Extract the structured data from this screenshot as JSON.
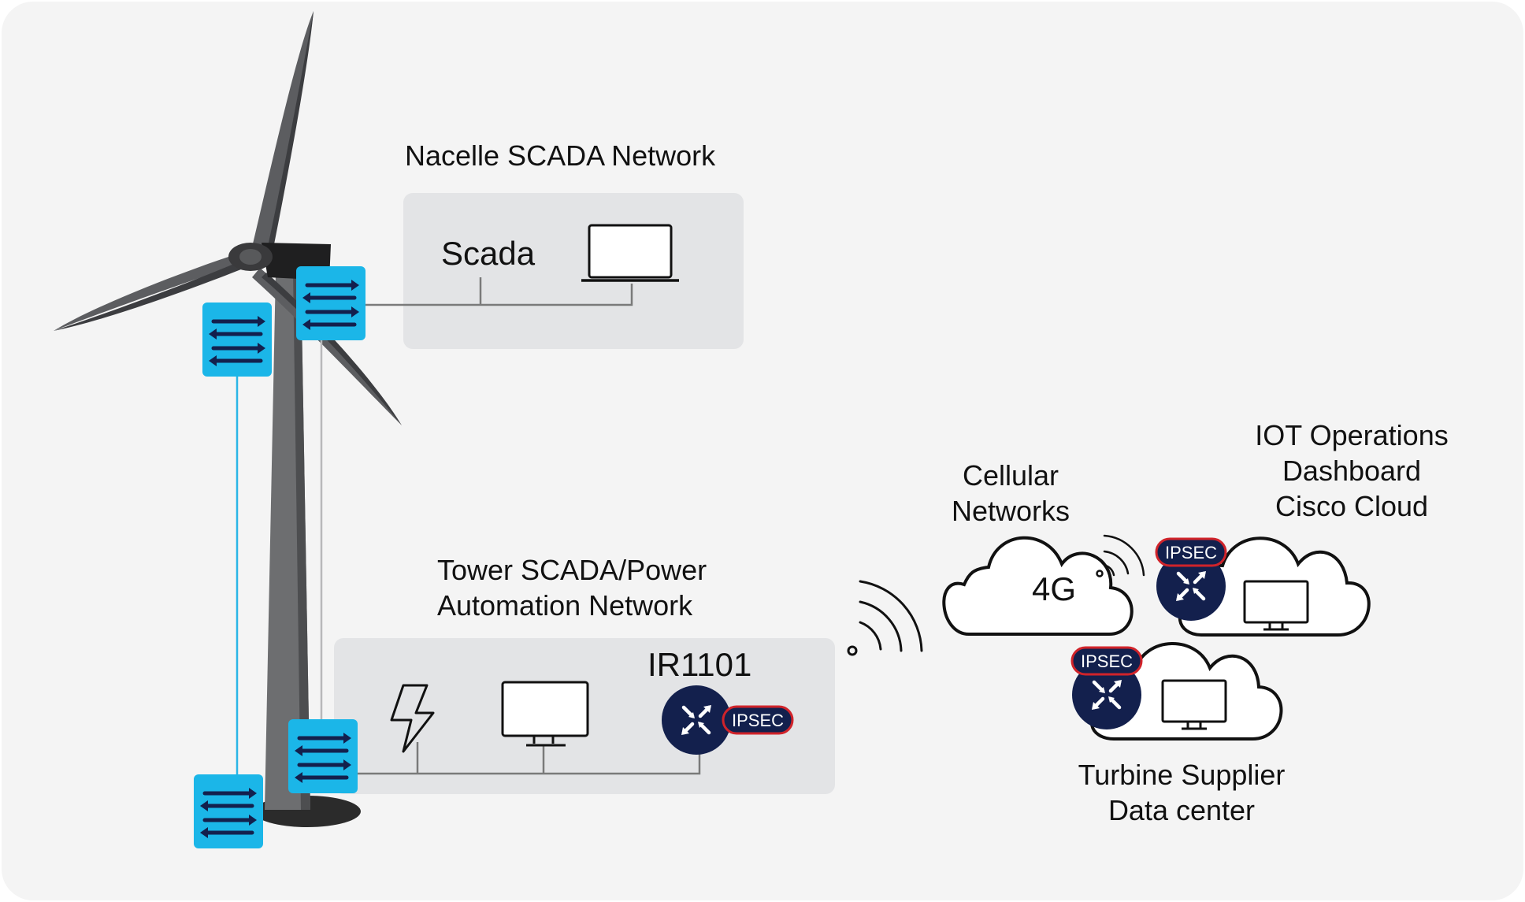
{
  "colors": {
    "background": "#f4f4f4",
    "panel": "#e3e4e6",
    "switch": "#1bb6e8",
    "router": "#13204d",
    "ipsec_border": "#d0232a",
    "line": "#7a7a7a",
    "cyan_line": "#2ab5e6",
    "turbine_dark": "#2b2b2b",
    "turbine_gray": "#6d6e70"
  },
  "labels": {
    "nacelle_title": "Nacelle SCADA Network",
    "scada": "Scada",
    "tower_title_line1": "Tower SCADA/Power",
    "tower_title_line2": "Automation Network",
    "ir1101": "IR1101",
    "cellular_line1": "Cellular",
    "cellular_line2": "Networks",
    "cloud_4g": "4G",
    "iot_line1": "IOT Operations",
    "iot_line2": "Dashboard",
    "iot_line3": "Cisco Cloud",
    "supplier_line1": "Turbine Supplier",
    "supplier_line2": "Data center",
    "ipsec_router": "IPSEC",
    "ipsec_iot": "IPSEC",
    "ipsec_supplier": "IPSEC"
  },
  "icons": {
    "switch": "switch-arrows-icon",
    "router": "router-arrows-icon",
    "laptop": "laptop-icon",
    "monitor": "monitor-icon",
    "power": "lightning-bolt-icon",
    "wireless": "wireless-signal-icon",
    "cloud": "cloud-icon"
  }
}
